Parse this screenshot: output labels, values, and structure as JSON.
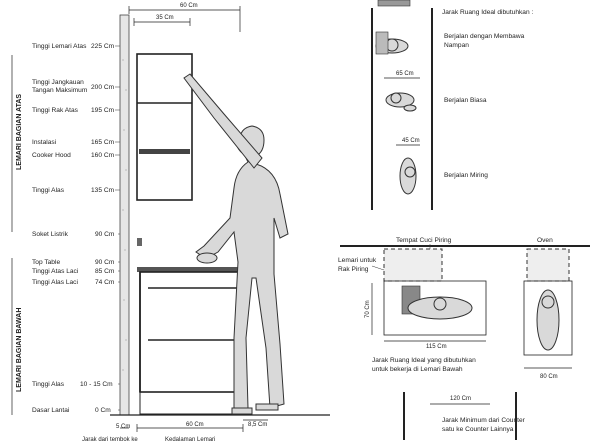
{
  "side_section_labels": {
    "upper": "LEMARI BAGIAN ATAS",
    "lower": "LEMARI BAGIAN BAWAH"
  },
  "height_labels": [
    {
      "id": "tinggi-lemari-atas",
      "label": "Tinggi Lemari Atas",
      "value": "225 Cm"
    },
    {
      "id": "jangkauan",
      "label": "Tinggi Jangkauan\nTangan Maksimum",
      "value": "200 Cm"
    },
    {
      "id": "rak-atas",
      "label": "Tinggi Rak Atas",
      "value": "195 Cm"
    },
    {
      "id": "cooker-hood",
      "label": "Instalasi\nCooker Hood",
      "value": "165 Cm\n160 Cm"
    },
    {
      "id": "alas-atas",
      "label": "Tinggi Alas",
      "value": "135 Cm"
    },
    {
      "id": "soket",
      "label": "Soket Listrik",
      "value": "90 Cm"
    },
    {
      "id": "top-table",
      "label": "Top Table",
      "value": "90 Cm"
    },
    {
      "id": "atas-laci",
      "label": "Tinggi Atas Laci",
      "value": "85 Cm"
    },
    {
      "id": "alas-laci",
      "label": "Tinggi Alas Laci",
      "value": "74 Cm"
    },
    {
      "id": "alas-bawah",
      "label": "Tinggi Alas",
      "value": "10 - 15 Cm"
    },
    {
      "id": "dasar-lantai",
      "label": "Dasar Lantai",
      "value": "0 Cm"
    }
  ],
  "top_dims": {
    "total": "60 Cm",
    "cabinet": "35 Cm"
  },
  "bottom_dims": {
    "wall_gap": "5 Cm",
    "jarak_tembok": "Jarak dari tembok ke",
    "depth": "60 Cm",
    "kedalaman": "Kedalaman Lemari",
    "kick": "8,5 Cm"
  },
  "right_top": {
    "title": "Jarak Ruang Ideal dibutuhkan :",
    "items": [
      {
        "label": "Berjalan dengan Membawa\nNampan",
        "width": ""
      },
      {
        "label": "Berjalan Biasa",
        "width": "65 Cm"
      },
      {
        "label": "Berjalan Miring",
        "width": "45 Cm"
      }
    ]
  },
  "right_bottom": {
    "tempat_cuci": "Tempat Cuci Piring",
    "oven": "Oven",
    "lemari_rak": "Lemari untuk\nRak Piring",
    "dim_70": "70 Cm",
    "dim_115": "115 Cm",
    "dim_80": "80 Cm",
    "jarak_ideal": "Jarak Ruang Ideal yang dibutuhkan\nuntuk bekerja di Lemari Bawah",
    "dim_120": "120 Cm",
    "jarak_min": "Jarak Minimum dari Counter\nsatu ke Counter Lainnya"
  }
}
